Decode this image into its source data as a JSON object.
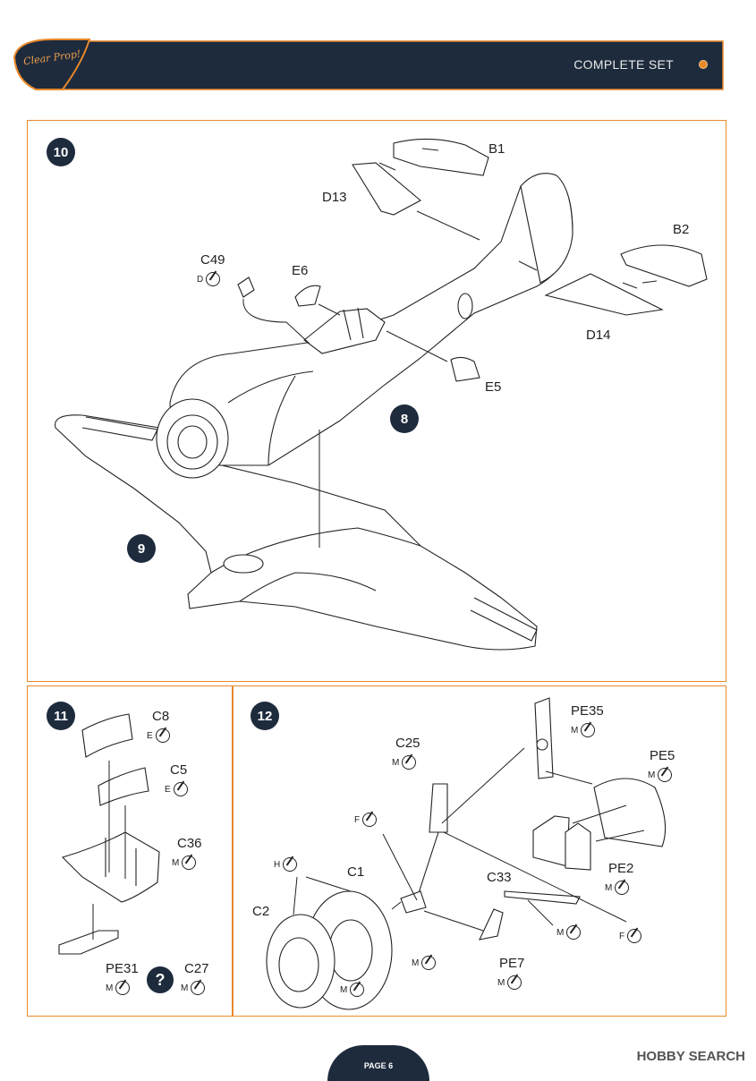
{
  "header": {
    "logo_text": "Clear Prop!",
    "title": "COMPLETE SET"
  },
  "step10": {
    "number": "10",
    "sub_steps": [
      "8",
      "9"
    ],
    "parts": {
      "b1": "B1",
      "d13": "D13",
      "b2": "B2",
      "d14": "D14",
      "c49": "C49",
      "c49_paint": "D",
      "e6": "E6",
      "e5": "E5"
    }
  },
  "step11": {
    "number": "11",
    "parts": {
      "c8": "C8",
      "c8_paint": "E",
      "c5": "C5",
      "c5_paint": "E",
      "c36": "C36",
      "c36_paint": "M",
      "pe31": "PE31",
      "pe31_paint": "M",
      "c27": "C27",
      "c27_paint": "M",
      "question": "?"
    }
  },
  "step12": {
    "number": "12",
    "parts": {
      "pe35": "PE35",
      "pe35_paint": "M",
      "c25": "C25",
      "c25_paint": "M",
      "pe5": "PE5",
      "pe5_paint": "M",
      "f1_paint": "F",
      "h_paint": "H",
      "c1": "C1",
      "c2": "C2",
      "c33": "C33",
      "pe2": "PE2",
      "pe2_paint": "M",
      "c33_paint": "M",
      "f2_paint": "F",
      "c1_paint": "M",
      "pe7": "PE7",
      "pe7_paint": "M",
      "c2_paint": "M"
    }
  },
  "footer": {
    "page": "PAGE 6",
    "watermark": "HOBBY SEARCH"
  }
}
